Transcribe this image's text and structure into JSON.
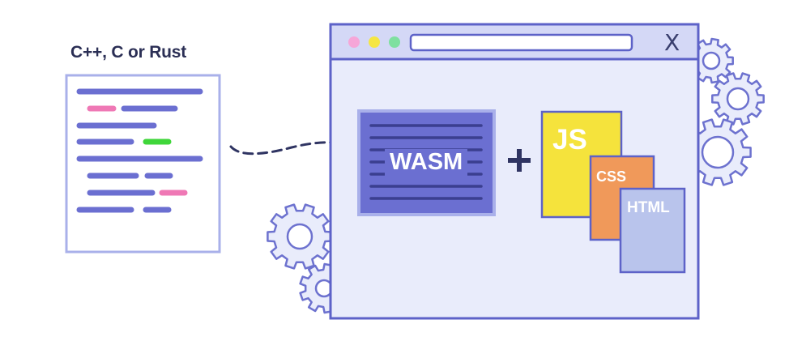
{
  "source_card": {
    "title": "C++, C or Rust"
  },
  "browser_window": {
    "close_glyph": "X",
    "dots": [
      "#f6a6d8",
      "#f5e642",
      "#7fe0a0"
    ]
  },
  "wasm_block": {
    "label": "WASM"
  },
  "plus_sign": "+",
  "web_files": {
    "js": "JS",
    "css": "CSS",
    "html": "HTML"
  },
  "colors": {
    "outline": "#5d62c8",
    "window_bg": "#e9ecfb",
    "window_bar": "#d4d8f6",
    "wasm_fill": "#6b6fd1",
    "wasm_lines": "#3b3f8f",
    "js_fill": "#f5e33c",
    "css_fill": "#f0995a",
    "html_fill": "#b9c4ec",
    "code_line": "#6b6fd1",
    "code_pink": "#ef78b5",
    "code_green": "#3fd63a",
    "gear_fill": "#e9ecfb",
    "gear_stroke": "#6d72cf"
  }
}
